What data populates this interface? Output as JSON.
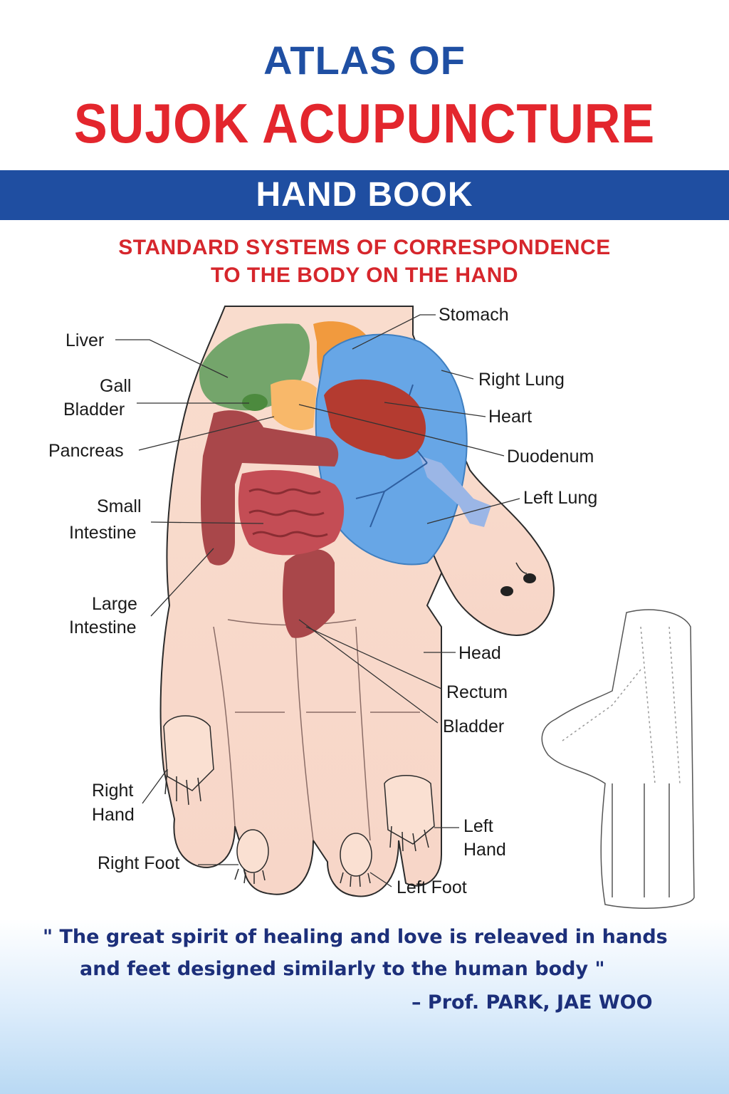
{
  "header": {
    "title_line1": "ATLAS OF",
    "title_line2": "SUJOK ACUPUNCTURE",
    "band_label": "HAND BOOK",
    "subtitle_line1": "STANDARD SYSTEMS OF CORRESPONDENCE",
    "subtitle_line2": "TO THE BODY ON THE HAND"
  },
  "labels": {
    "liver": "Liver",
    "gall_1": "Gall",
    "gall_2": "Bladder",
    "pancreas": "Pancreas",
    "small_1": "Small",
    "small_2": "Intestine",
    "large_1": "Large",
    "large_2": "Intestine",
    "right_hand_1": "Right",
    "right_hand_2": "Hand",
    "right_foot": "Right Foot",
    "stomach": "Stomach",
    "right_lung": "Right Lung",
    "heart": "Heart",
    "duodenum": "Duodenum",
    "left_lung": "Left Lung",
    "head": "Head",
    "rectum": "Rectum",
    "bladder": "Bladder",
    "left_hand_1": "Left",
    "left_hand_2": "Hand",
    "left_foot": "Left Foot"
  },
  "quote": {
    "line1": "\" The great spirit of healing and love is releaved in hands",
    "line2": "and feet designed similarly to the human body \"",
    "attribution": "– Prof. PARK, JAE WOO"
  },
  "colors": {
    "title_blue": "#1f4fa3",
    "title_red": "#e3262d",
    "band_blue": "#1f4ea1",
    "quote_navy": "#1c2f7a"
  }
}
